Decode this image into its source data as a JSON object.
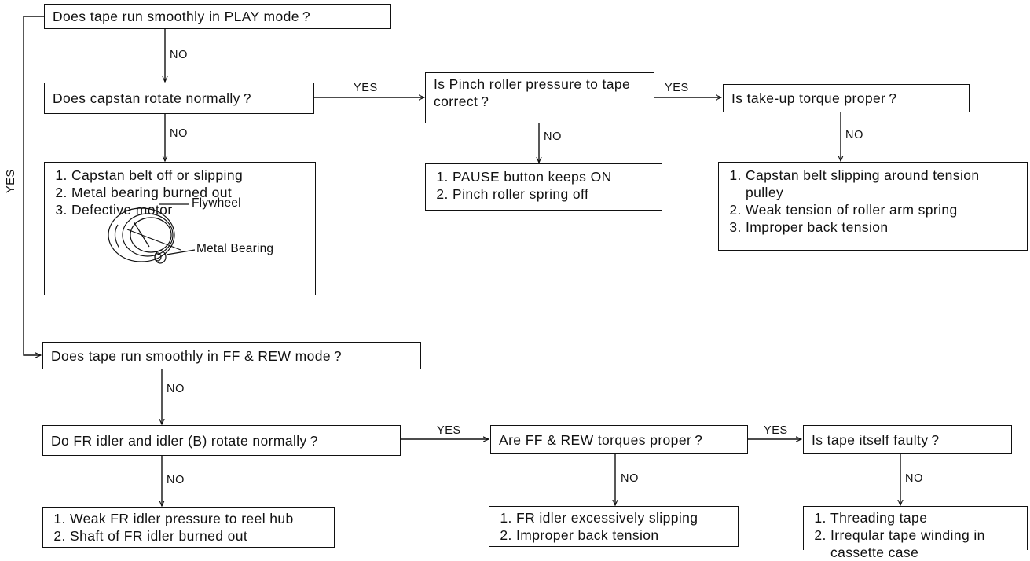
{
  "nodes": {
    "play_q": "Does tape run smoothly in PLAY mode ?",
    "capstan_q": "Does capstan rotate normally ?",
    "pinch_q": "Is Pinch roller pressure to tape correct ?",
    "takeup_q": "Is take-up torque proper ?",
    "capstan_causes": [
      "Capstan belt off or slipping",
      "Metal bearing burned out",
      "Defective motor"
    ],
    "pinch_causes": [
      "PAUSE button keeps ON",
      "Pinch roller spring off"
    ],
    "takeup_causes": [
      "Capstan belt slipping around tension pulley",
      "Weak tension of roller arm spring",
      "Improper back tension"
    ],
    "ffrew_q": "Does tape run smoothly in FF & REW mode ?",
    "idler_q": "Do FR idler and idler (B) rotate normally ?",
    "torque_q": "Are FF & REW torques proper ?",
    "tape_q": "Is tape itself faulty ?",
    "idler_causes": [
      "Weak FR idler pressure to reel hub",
      "Shaft of FR idler burned out"
    ],
    "torque_causes": [
      "FR idler excessively slipping",
      "Improper back tension"
    ],
    "tape_causes": [
      "Threading tape",
      "Irreqular tape winding in cassette case"
    ]
  },
  "figure": {
    "flywheel_label": "Flywheel",
    "bearing_label": "Metal Bearing"
  },
  "edges": {
    "no": "NO",
    "yes": "YES"
  }
}
